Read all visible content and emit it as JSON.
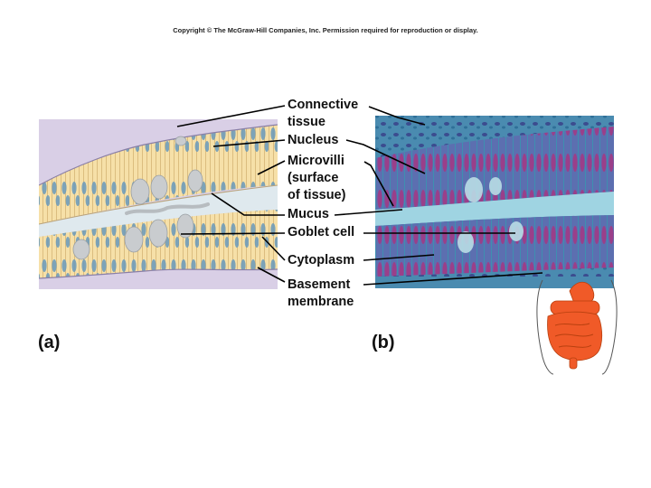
{
  "copyright": "Copyright © The McGraw-Hill Companies, Inc. Permission required for reproduction or display.",
  "labels": {
    "connective_tissue": "Connective\ntissue",
    "nucleus": "Nucleus",
    "microvilli": "Microvilli\n(surface\nof tissue)",
    "mucus": "Mucus",
    "goblet_cell": "Goblet cell",
    "cytoplasm": "Cytoplasm",
    "basement_membrane": "Basement\nmembrane"
  },
  "panels": {
    "a": "(a)",
    "b": "(b)"
  },
  "colors": {
    "connective": "#d9cfe6",
    "cytoplasm": "#f6e0a8",
    "nuclei": "#6f9cba",
    "goblet": "#c9cccf",
    "lumen": "#dfe9ee",
    "micrograph_base": "#3f7fa6",
    "micrograph_cells": "#8e3f8c",
    "micrograph_lumen": "#9fd4e2",
    "organ": "#f05a28"
  },
  "icons": [
    "digestive-system-icon"
  ]
}
